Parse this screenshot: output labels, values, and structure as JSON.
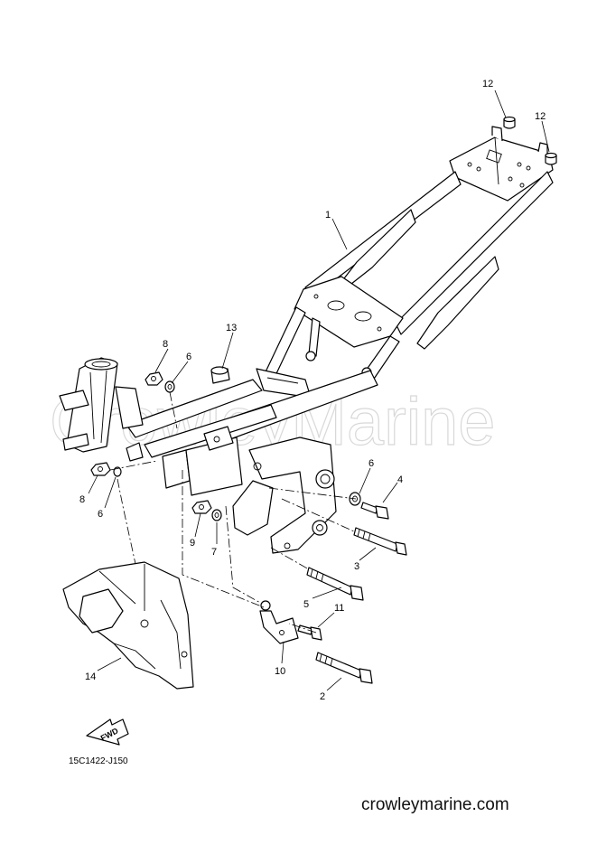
{
  "diagram": {
    "callouts": [
      {
        "id": "c1",
        "label": "1"
      },
      {
        "id": "c2",
        "label": "2"
      },
      {
        "id": "c3",
        "label": "3"
      },
      {
        "id": "c4",
        "label": "4"
      },
      {
        "id": "c5",
        "label": "5"
      },
      {
        "id": "c6a",
        "label": "6"
      },
      {
        "id": "c6b",
        "label": "6"
      },
      {
        "id": "c6c",
        "label": "6"
      },
      {
        "id": "c7",
        "label": "7"
      },
      {
        "id": "c8a",
        "label": "8"
      },
      {
        "id": "c8b",
        "label": "8"
      },
      {
        "id": "c9",
        "label": "9"
      },
      {
        "id": "c10",
        "label": "10"
      },
      {
        "id": "c11",
        "label": "11"
      },
      {
        "id": "c12a",
        "label": "12"
      },
      {
        "id": "c12b",
        "label": "12"
      },
      {
        "id": "c13",
        "label": "13"
      },
      {
        "id": "c14",
        "label": "14"
      }
    ],
    "fwd_label": "FWD",
    "diagram_code": "15C1422-J150",
    "watermark": "CrowleyMarine"
  },
  "footer": {
    "site": "crowleymarine.com"
  }
}
